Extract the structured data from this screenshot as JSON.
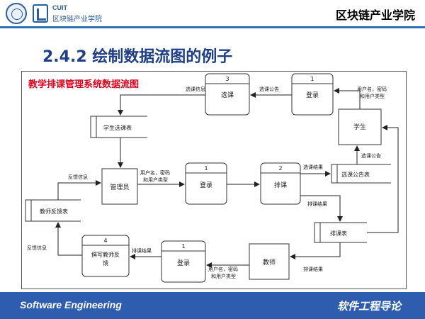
{
  "header": {
    "logo_en": "CUIT",
    "logo_cn": "区块链产业学院",
    "title": "区块链产业学院"
  },
  "slide": {
    "title": "2.4.2 绘制数据流图的例子"
  },
  "diagram": {
    "caption": "教学排课管理系统数据流图",
    "processes": {
      "select_course": {
        "num": "3",
        "label": "选课"
      },
      "login_top": {
        "num": "1",
        "label": "登录"
      },
      "login_mid": {
        "num": "1",
        "label": "登录"
      },
      "schedule": {
        "num": "2",
        "label": "排课"
      },
      "feedback": {
        "num": "4",
        "label": "撰写教师反",
        "label2": "馈"
      },
      "login_bottom": {
        "num": "1",
        "label": "登录"
      }
    },
    "entities": {
      "student": "学生",
      "admin": "管理员",
      "teacher": "教师"
    },
    "stores": {
      "student_course_table": "学生选课表",
      "course_announcement_table": "选课公告表",
      "teacher_feedback_table": "教师反馈表",
      "schedule_table": "排课表"
    },
    "flows": {
      "course_info": "选课信息",
      "course_notice_top": "选课公告",
      "student_login_l1": "用户名，密码",
      "student_login_l2": "和用户类型",
      "feedback_info_top": "反馈信息",
      "admin_login_l1": "用户名，密码",
      "admin_login_l2": "和用户类型",
      "course_result": "选课结果",
      "course_notice_right": "选课公告",
      "schedule_result_right": "排课结果",
      "feedback_info_left": "反馈信息",
      "schedule_result_bottom": "排课结果",
      "teacher_login_l1": "用户名，密码",
      "teacher_login_l2": "和用户类型",
      "schedule_result_teacher": "排课结果"
    }
  },
  "footer": {
    "left": "Software Engineering",
    "right": "软件工程导论"
  },
  "colors": {
    "accent": "#2e5db0",
    "title": "#1f3f86",
    "caption": "#e0001b"
  }
}
